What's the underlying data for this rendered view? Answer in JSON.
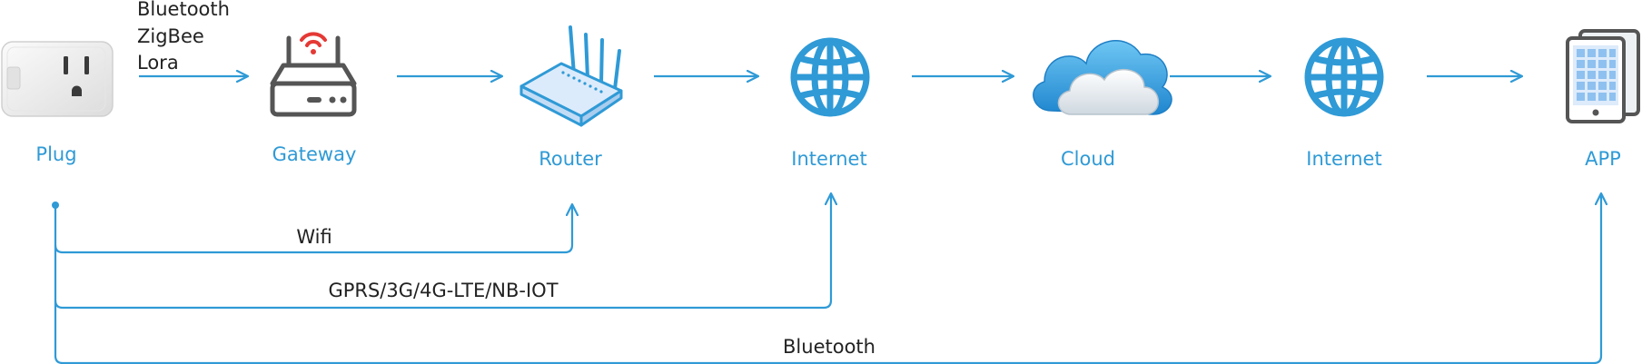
{
  "protocols": [
    "Bluetooth",
    "ZigBee",
    "Lora"
  ],
  "nodes": {
    "plug": "Plug",
    "gateway": "Gateway",
    "router": "Router",
    "internet1": "Internet",
    "cloud": "Cloud",
    "internet2": "Internet",
    "app": "APP"
  },
  "links": {
    "wifi": "Wifi",
    "cellular": "GPRS/3G/4G-LTE/NB-IOT",
    "bluetooth": "Bluetooth"
  },
  "colors": {
    "accent": "#2f9ad6",
    "line": "#2f9ad6",
    "text": "#222222",
    "signal_red": "#e53935",
    "device_gray": "#555555"
  },
  "icons": {
    "plug": "smart-plug-icon",
    "gateway": "gateway-icon",
    "router": "router-icon",
    "internet": "globe-icon",
    "cloud": "cloud-icon",
    "app": "mobile-devices-icon"
  }
}
